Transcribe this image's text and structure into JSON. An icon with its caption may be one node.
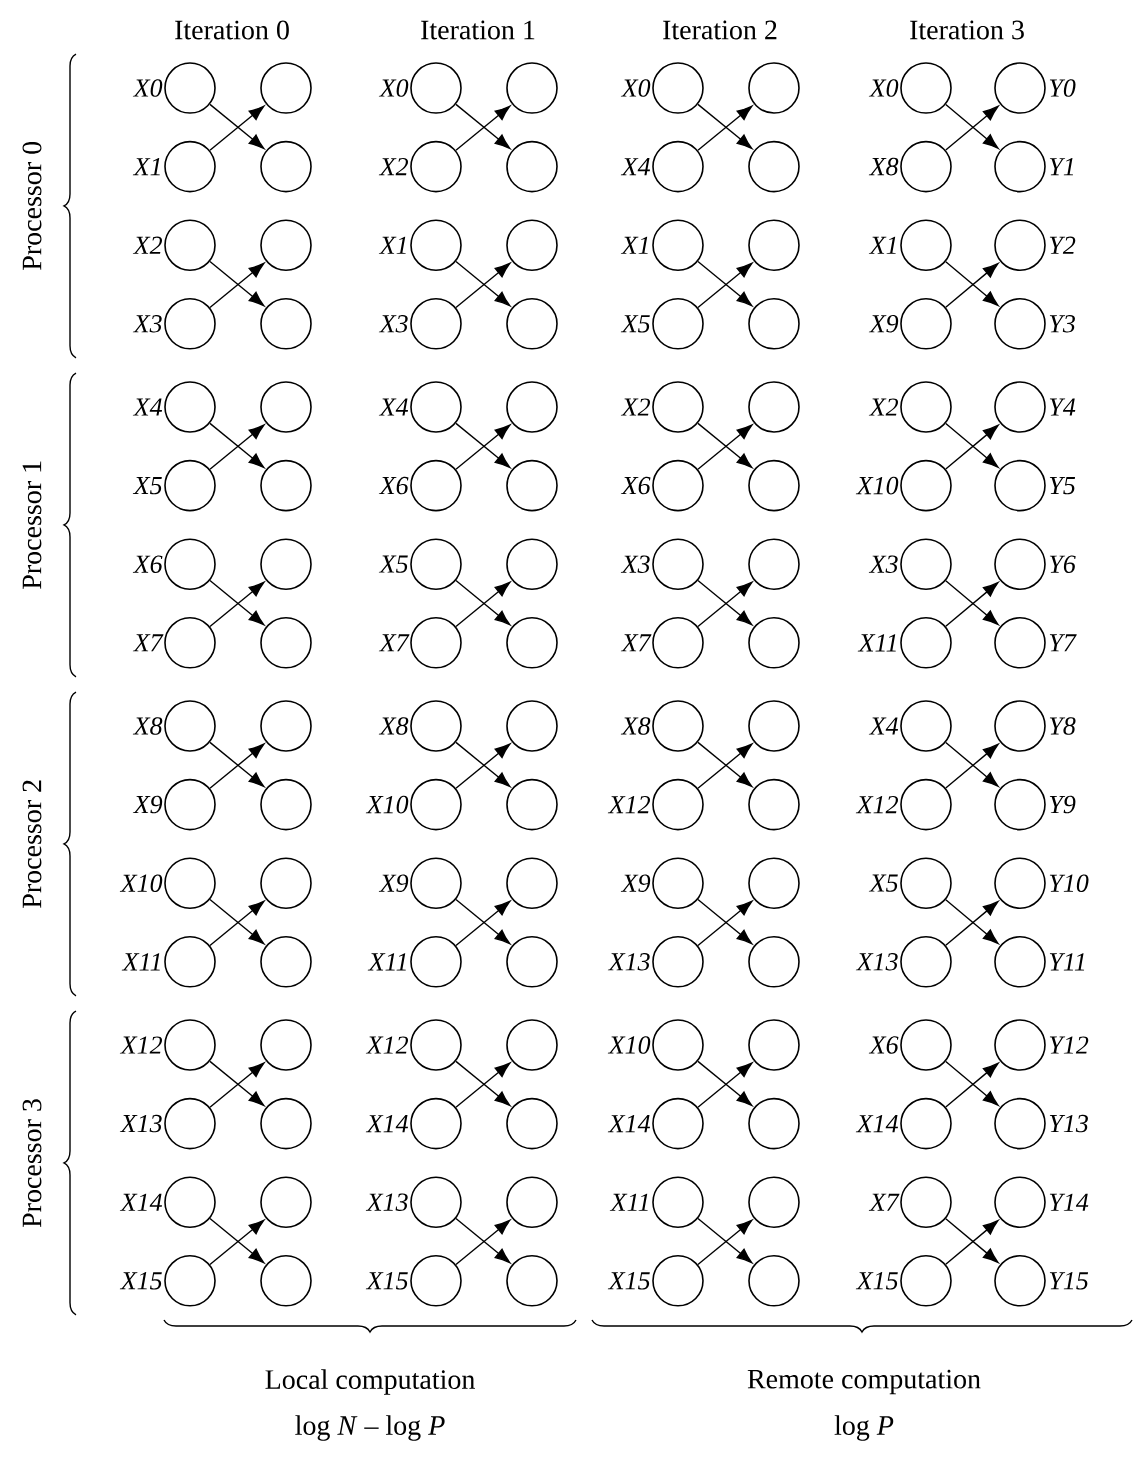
{
  "diagram": {
    "nodes": [
      {
        "text": [],
        "shape": "circle",
        "beside": [
          "X0"
        ]
      },
      {
        "text": [],
        "shape": "circle"
      },
      {
        "text": [],
        "shape": "circle",
        "beside": [
          "X0"
        ]
      },
      {
        "text": [],
        "shape": "circle"
      },
      {
        "text": [],
        "shape": "circle",
        "beside": [
          "X0"
        ]
      },
      {
        "text": [],
        "shape": "circle"
      },
      {
        "text": [],
        "shape": "circle",
        "beside": [
          "X0"
        ]
      },
      {
        "text": [],
        "shape": "circle",
        "beside": [
          "Y0"
        ]
      },
      {
        "text": [],
        "shape": "circle",
        "beside": [
          "X1"
        ]
      },
      {
        "text": [],
        "shape": "circle"
      },
      {
        "text": [],
        "shape": "circle",
        "beside": [
          "X2"
        ]
      },
      {
        "text": [],
        "shape": "circle"
      },
      {
        "text": [],
        "shape": "circle",
        "beside": [
          "X4"
        ]
      },
      {
        "text": [],
        "shape": "circle"
      },
      {
        "text": [],
        "shape": "circle",
        "beside": [
          "X8"
        ]
      },
      {
        "text": [],
        "shape": "circle",
        "beside": [
          "Y1"
        ]
      },
      {
        "text": [],
        "shape": "circle",
        "beside": [
          "X2"
        ]
      },
      {
        "text": [],
        "shape": "circle"
      },
      {
        "text": [],
        "shape": "circle",
        "beside": [
          "X1"
        ]
      },
      {
        "text": [],
        "shape": "circle"
      },
      {
        "text": [],
        "shape": "circle",
        "beside": [
          "X1"
        ]
      },
      {
        "text": [],
        "shape": "circle"
      },
      {
        "text": [],
        "shape": "circle",
        "beside": [
          "X1"
        ]
      },
      {
        "text": [],
        "shape": "circle",
        "beside": [
          "Y2"
        ]
      },
      {
        "text": [],
        "shape": "circle",
        "beside": [
          "X3"
        ]
      },
      {
        "text": [],
        "shape": "circle"
      },
      {
        "text": [],
        "shape": "circle",
        "beside": [
          "X3"
        ]
      },
      {
        "text": [],
        "shape": "circle"
      },
      {
        "text": [],
        "shape": "circle",
        "beside": [
          "X5"
        ]
      },
      {
        "text": [],
        "shape": "circle"
      },
      {
        "text": [],
        "shape": "circle",
        "beside": [
          "X9"
        ]
      },
      {
        "text": [],
        "shape": "circle",
        "beside": [
          "Y3"
        ]
      },
      {
        "text": [],
        "shape": "circle",
        "beside": [
          "X4"
        ]
      },
      {
        "text": [],
        "shape": "circle"
      },
      {
        "text": [],
        "shape": "circle",
        "beside": [
          "X4"
        ]
      },
      {
        "text": [],
        "shape": "circle"
      },
      {
        "text": [],
        "shape": "circle",
        "beside": [
          "X2"
        ]
      },
      {
        "text": [],
        "shape": "circle"
      },
      {
        "text": [],
        "shape": "circle",
        "beside": [
          "X2"
        ]
      },
      {
        "text": [],
        "shape": "circle",
        "beside": [
          "Y4"
        ]
      },
      {
        "text": [],
        "shape": "circle",
        "beside": [
          "X5"
        ]
      },
      {
        "text": [],
        "shape": "circle"
      },
      {
        "text": [],
        "shape": "circle",
        "beside": [
          "X6"
        ]
      },
      {
        "text": [],
        "shape": "circle"
      },
      {
        "text": [],
        "shape": "circle",
        "beside": [
          "X6"
        ]
      },
      {
        "text": [],
        "shape": "circle"
      },
      {
        "text": [],
        "shape": "circle",
        "beside": [
          "X10"
        ]
      },
      {
        "text": [],
        "shape": "circle",
        "beside": [
          "Y5"
        ]
      },
      {
        "text": [],
        "shape": "circle",
        "beside": [
          "X6"
        ]
      },
      {
        "text": [],
        "shape": "circle"
      },
      {
        "text": [],
        "shape": "circle",
        "beside": [
          "X5"
        ]
      },
      {
        "text": [],
        "shape": "circle"
      },
      {
        "text": [],
        "shape": "circle",
        "beside": [
          "X3"
        ]
      },
      {
        "text": [],
        "shape": "circle"
      },
      {
        "text": [],
        "shape": "circle",
        "beside": [
          "X3"
        ]
      },
      {
        "text": [],
        "shape": "circle",
        "beside": [
          "Y6"
        ]
      },
      {
        "text": [],
        "shape": "circle",
        "beside": [
          "X7"
        ]
      },
      {
        "text": [],
        "shape": "circle"
      },
      {
        "text": [],
        "shape": "circle",
        "beside": [
          "X7"
        ]
      },
      {
        "text": [],
        "shape": "circle"
      },
      {
        "text": [],
        "shape": "circle",
        "beside": [
          "X7"
        ]
      },
      {
        "text": [],
        "shape": "circle"
      },
      {
        "text": [],
        "shape": "circle",
        "beside": [
          "X11"
        ]
      },
      {
        "text": [],
        "shape": "circle",
        "beside": [
          "Y7"
        ]
      },
      {
        "text": [],
        "shape": "circle",
        "beside": [
          "X8"
        ]
      },
      {
        "text": [],
        "shape": "circle"
      },
      {
        "text": [],
        "shape": "circle",
        "beside": [
          "X8"
        ]
      },
      {
        "text": [],
        "shape": "circle"
      },
      {
        "text": [],
        "shape": "circle",
        "beside": [
          "X8"
        ]
      },
      {
        "text": [],
        "shape": "circle"
      },
      {
        "text": [],
        "shape": "circle",
        "beside": [
          "X4"
        ]
      },
      {
        "text": [],
        "shape": "circle",
        "beside": [
          "Y8"
        ]
      },
      {
        "text": [],
        "shape": "circle",
        "beside": [
          "X9"
        ]
      },
      {
        "text": [],
        "shape": "circle"
      },
      {
        "text": [],
        "shape": "circle",
        "beside": [
          "X10"
        ]
      },
      {
        "text": [],
        "shape": "circle"
      },
      {
        "text": [],
        "shape": "circle",
        "beside": [
          "X12"
        ]
      },
      {
        "text": [],
        "shape": "circle"
      },
      {
        "text": [],
        "shape": "circle",
        "beside": [
          "X12"
        ]
      },
      {
        "text": [],
        "shape": "circle",
        "beside": [
          "Y9"
        ]
      },
      {
        "text": [],
        "shape": "circle",
        "beside": [
          "X10"
        ]
      },
      {
        "text": [],
        "shape": "circle"
      },
      {
        "text": [],
        "shape": "circle",
        "beside": [
          "X9"
        ]
      },
      {
        "text": [],
        "shape": "circle"
      },
      {
        "text": [],
        "shape": "circle",
        "beside": [
          "X9"
        ]
      },
      {
        "text": [],
        "shape": "circle"
      },
      {
        "text": [],
        "shape": "circle",
        "beside": [
          "X5"
        ]
      },
      {
        "text": [],
        "shape": "circle",
        "beside": [
          "Y10"
        ]
      },
      {
        "text": [],
        "shape": "circle",
        "beside": [
          "X11"
        ]
      },
      {
        "text": [],
        "shape": "circle"
      },
      {
        "text": [],
        "shape": "circle",
        "beside": [
          "X11"
        ]
      },
      {
        "text": [],
        "shape": "circle"
      },
      {
        "text": [],
        "shape": "circle",
        "beside": [
          "X13"
        ]
      },
      {
        "text": [],
        "shape": "circle"
      },
      {
        "text": [],
        "shape": "circle",
        "beside": [
          "X13"
        ]
      },
      {
        "text": [],
        "shape": "circle",
        "beside": [
          "Y11"
        ]
      },
      {
        "text": [],
        "shape": "circle",
        "beside": [
          "X12"
        ]
      },
      {
        "text": [],
        "shape": "circle"
      },
      {
        "text": [],
        "shape": "circle",
        "beside": [
          "X12"
        ]
      },
      {
        "text": [],
        "shape": "circle"
      },
      {
        "text": [],
        "shape": "circle",
        "beside": [
          "X10"
        ]
      },
      {
        "text": [],
        "shape": "circle"
      },
      {
        "text": [],
        "shape": "circle",
        "beside": [
          "X6"
        ]
      },
      {
        "text": [],
        "shape": "circle",
        "beside": [
          "Y12"
        ]
      },
      {
        "text": [],
        "shape": "circle",
        "beside": [
          "X13"
        ]
      },
      {
        "text": [],
        "shape": "circle"
      },
      {
        "text": [],
        "shape": "circle",
        "beside": [
          "X14"
        ]
      },
      {
        "text": [],
        "shape": "circle"
      },
      {
        "text": [],
        "shape": "circle",
        "beside": [
          "X14"
        ]
      },
      {
        "text": [],
        "shape": "circle"
      },
      {
        "text": [],
        "shape": "circle",
        "beside": [
          "X14"
        ]
      },
      {
        "text": [],
        "shape": "circle",
        "beside": [
          "Y13"
        ]
      },
      {
        "text": [],
        "shape": "circle",
        "beside": [
          "X14"
        ]
      },
      {
        "text": [],
        "shape": "circle"
      },
      {
        "text": [],
        "shape": "circle",
        "beside": [
          "X13"
        ]
      },
      {
        "text": [],
        "shape": "circle"
      },
      {
        "text": [],
        "shape": "circle",
        "beside": [
          "X11"
        ]
      },
      {
        "text": [],
        "shape": "circle"
      },
      {
        "text": [],
        "shape": "circle",
        "beside": [
          "X7"
        ]
      },
      {
        "text": [],
        "shape": "circle",
        "beside": [
          "Y14"
        ]
      },
      {
        "text": [],
        "shape": "circle",
        "beside": [
          "X15"
        ]
      },
      {
        "text": [],
        "shape": "circle"
      },
      {
        "text": [],
        "shape": "circle",
        "beside": [
          "X15"
        ]
      },
      {
        "text": [],
        "shape": "circle"
      },
      {
        "text": [],
        "shape": "circle",
        "beside": [
          "X15"
        ]
      },
      {
        "text": [],
        "shape": "circle"
      },
      {
        "text": [],
        "shape": "circle",
        "beside": [
          "X15"
        ]
      },
      {
        "text": [],
        "shape": "circle",
        "beside": [
          "Y15"
        ]
      }
    ],
    "edges": [
      {
        "from": 0,
        "to": 9,
        "arrow": "to"
      },
      {
        "from": 8,
        "to": 1,
        "arrow": "to"
      },
      {
        "from": 2,
        "to": 11,
        "arrow": "to"
      },
      {
        "from": 10,
        "to": 3,
        "arrow": "to"
      },
      {
        "from": 4,
        "to": 13,
        "arrow": "to"
      },
      {
        "from": 12,
        "to": 5,
        "arrow": "to"
      },
      {
        "from": 6,
        "to": 15,
        "arrow": "to"
      },
      {
        "from": 14,
        "to": 7,
        "arrow": "to"
      },
      {
        "from": 16,
        "to": 25,
        "arrow": "to"
      },
      {
        "from": 24,
        "to": 17,
        "arrow": "to"
      },
      {
        "from": 18,
        "to": 27,
        "arrow": "to"
      },
      {
        "from": 26,
        "to": 19,
        "arrow": "to"
      },
      {
        "from": 20,
        "to": 29,
        "arrow": "to"
      },
      {
        "from": 28,
        "to": 21,
        "arrow": "to"
      },
      {
        "from": 22,
        "to": 31,
        "arrow": "to"
      },
      {
        "from": 30,
        "to": 23,
        "arrow": "to"
      },
      {
        "from": 32,
        "to": 41,
        "arrow": "to"
      },
      {
        "from": 40,
        "to": 33,
        "arrow": "to"
      },
      {
        "from": 34,
        "to": 43,
        "arrow": "to"
      },
      {
        "from": 42,
        "to": 35,
        "arrow": "to"
      },
      {
        "from": 36,
        "to": 45,
        "arrow": "to"
      },
      {
        "from": 44,
        "to": 37,
        "arrow": "to"
      },
      {
        "from": 38,
        "to": 47,
        "arrow": "to"
      },
      {
        "from": 46,
        "to": 39,
        "arrow": "to"
      },
      {
        "from": 48,
        "to": 57,
        "arrow": "to"
      },
      {
        "from": 56,
        "to": 49,
        "arrow": "to"
      },
      {
        "from": 50,
        "to": 59,
        "arrow": "to"
      },
      {
        "from": 58,
        "to": 51,
        "arrow": "to"
      },
      {
        "from": 52,
        "to": 61,
        "arrow": "to"
      },
      {
        "from": 60,
        "to": 53,
        "arrow": "to"
      },
      {
        "from": 54,
        "to": 63,
        "arrow": "to"
      },
      {
        "from": 62,
        "to": 55,
        "arrow": "to"
      },
      {
        "from": 64,
        "to": 73,
        "arrow": "to"
      },
      {
        "from": 72,
        "to": 65,
        "arrow": "to"
      },
      {
        "from": 66,
        "to": 75,
        "arrow": "to"
      },
      {
        "from": 74,
        "to": 67,
        "arrow": "to"
      },
      {
        "from": 68,
        "to": 77,
        "arrow": "to"
      },
      {
        "from": 76,
        "to": 69,
        "arrow": "to"
      },
      {
        "from": 70,
        "to": 79,
        "arrow": "to"
      },
      {
        "from": 78,
        "to": 71,
        "arrow": "to"
      },
      {
        "from": 80,
        "to": 89,
        "arrow": "to"
      },
      {
        "from": 88,
        "to": 81,
        "arrow": "to"
      },
      {
        "from": 82,
        "to": 91,
        "arrow": "to"
      },
      {
        "from": 90,
        "to": 83,
        "arrow": "to"
      },
      {
        "from": 84,
        "to": 93,
        "arrow": "to"
      },
      {
        "from": 92,
        "to": 85,
        "arrow": "to"
      },
      {
        "from": 86,
        "to": 95,
        "arrow": "to"
      },
      {
        "from": 94,
        "to": 87,
        "arrow": "to"
      },
      {
        "from": 96,
        "to": 105,
        "arrow": "to"
      },
      {
        "from": 104,
        "to": 97,
        "arrow": "to"
      },
      {
        "from": 98,
        "to": 107,
        "arrow": "to"
      },
      {
        "from": 106,
        "to": 99,
        "arrow": "to"
      },
      {
        "from": 100,
        "to": 109,
        "arrow": "to"
      },
      {
        "from": 108,
        "to": 101,
        "arrow": "to"
      },
      {
        "from": 102,
        "to": 111,
        "arrow": "to"
      },
      {
        "from": 110,
        "to": 103,
        "arrow": "to"
      },
      {
        "from": 112,
        "to": 121,
        "arrow": "to"
      },
      {
        "from": 120,
        "to": 113,
        "arrow": "to"
      },
      {
        "from": 114,
        "to": 123,
        "arrow": "to"
      },
      {
        "from": 122,
        "to": 115,
        "arrow": "to"
      },
      {
        "from": 116,
        "to": 125,
        "arrow": "to"
      },
      {
        "from": 124,
        "to": 117,
        "arrow": "to"
      },
      {
        "from": 118,
        "to": 127,
        "arrow": "to"
      },
      {
        "from": 126,
        "to": 119,
        "arrow": "to"
      }
    ],
    "labels": [
      "Iteration 0",
      "Iteration 1",
      "Iteration 2",
      "Iteration 3",
      "Processor 0",
      "Processor 1",
      "Processor 2",
      "Processor 3",
      "Local computation",
      "log *N* – log *P*",
      "Remote computation",
      "log *P*"
    ]
  }
}
